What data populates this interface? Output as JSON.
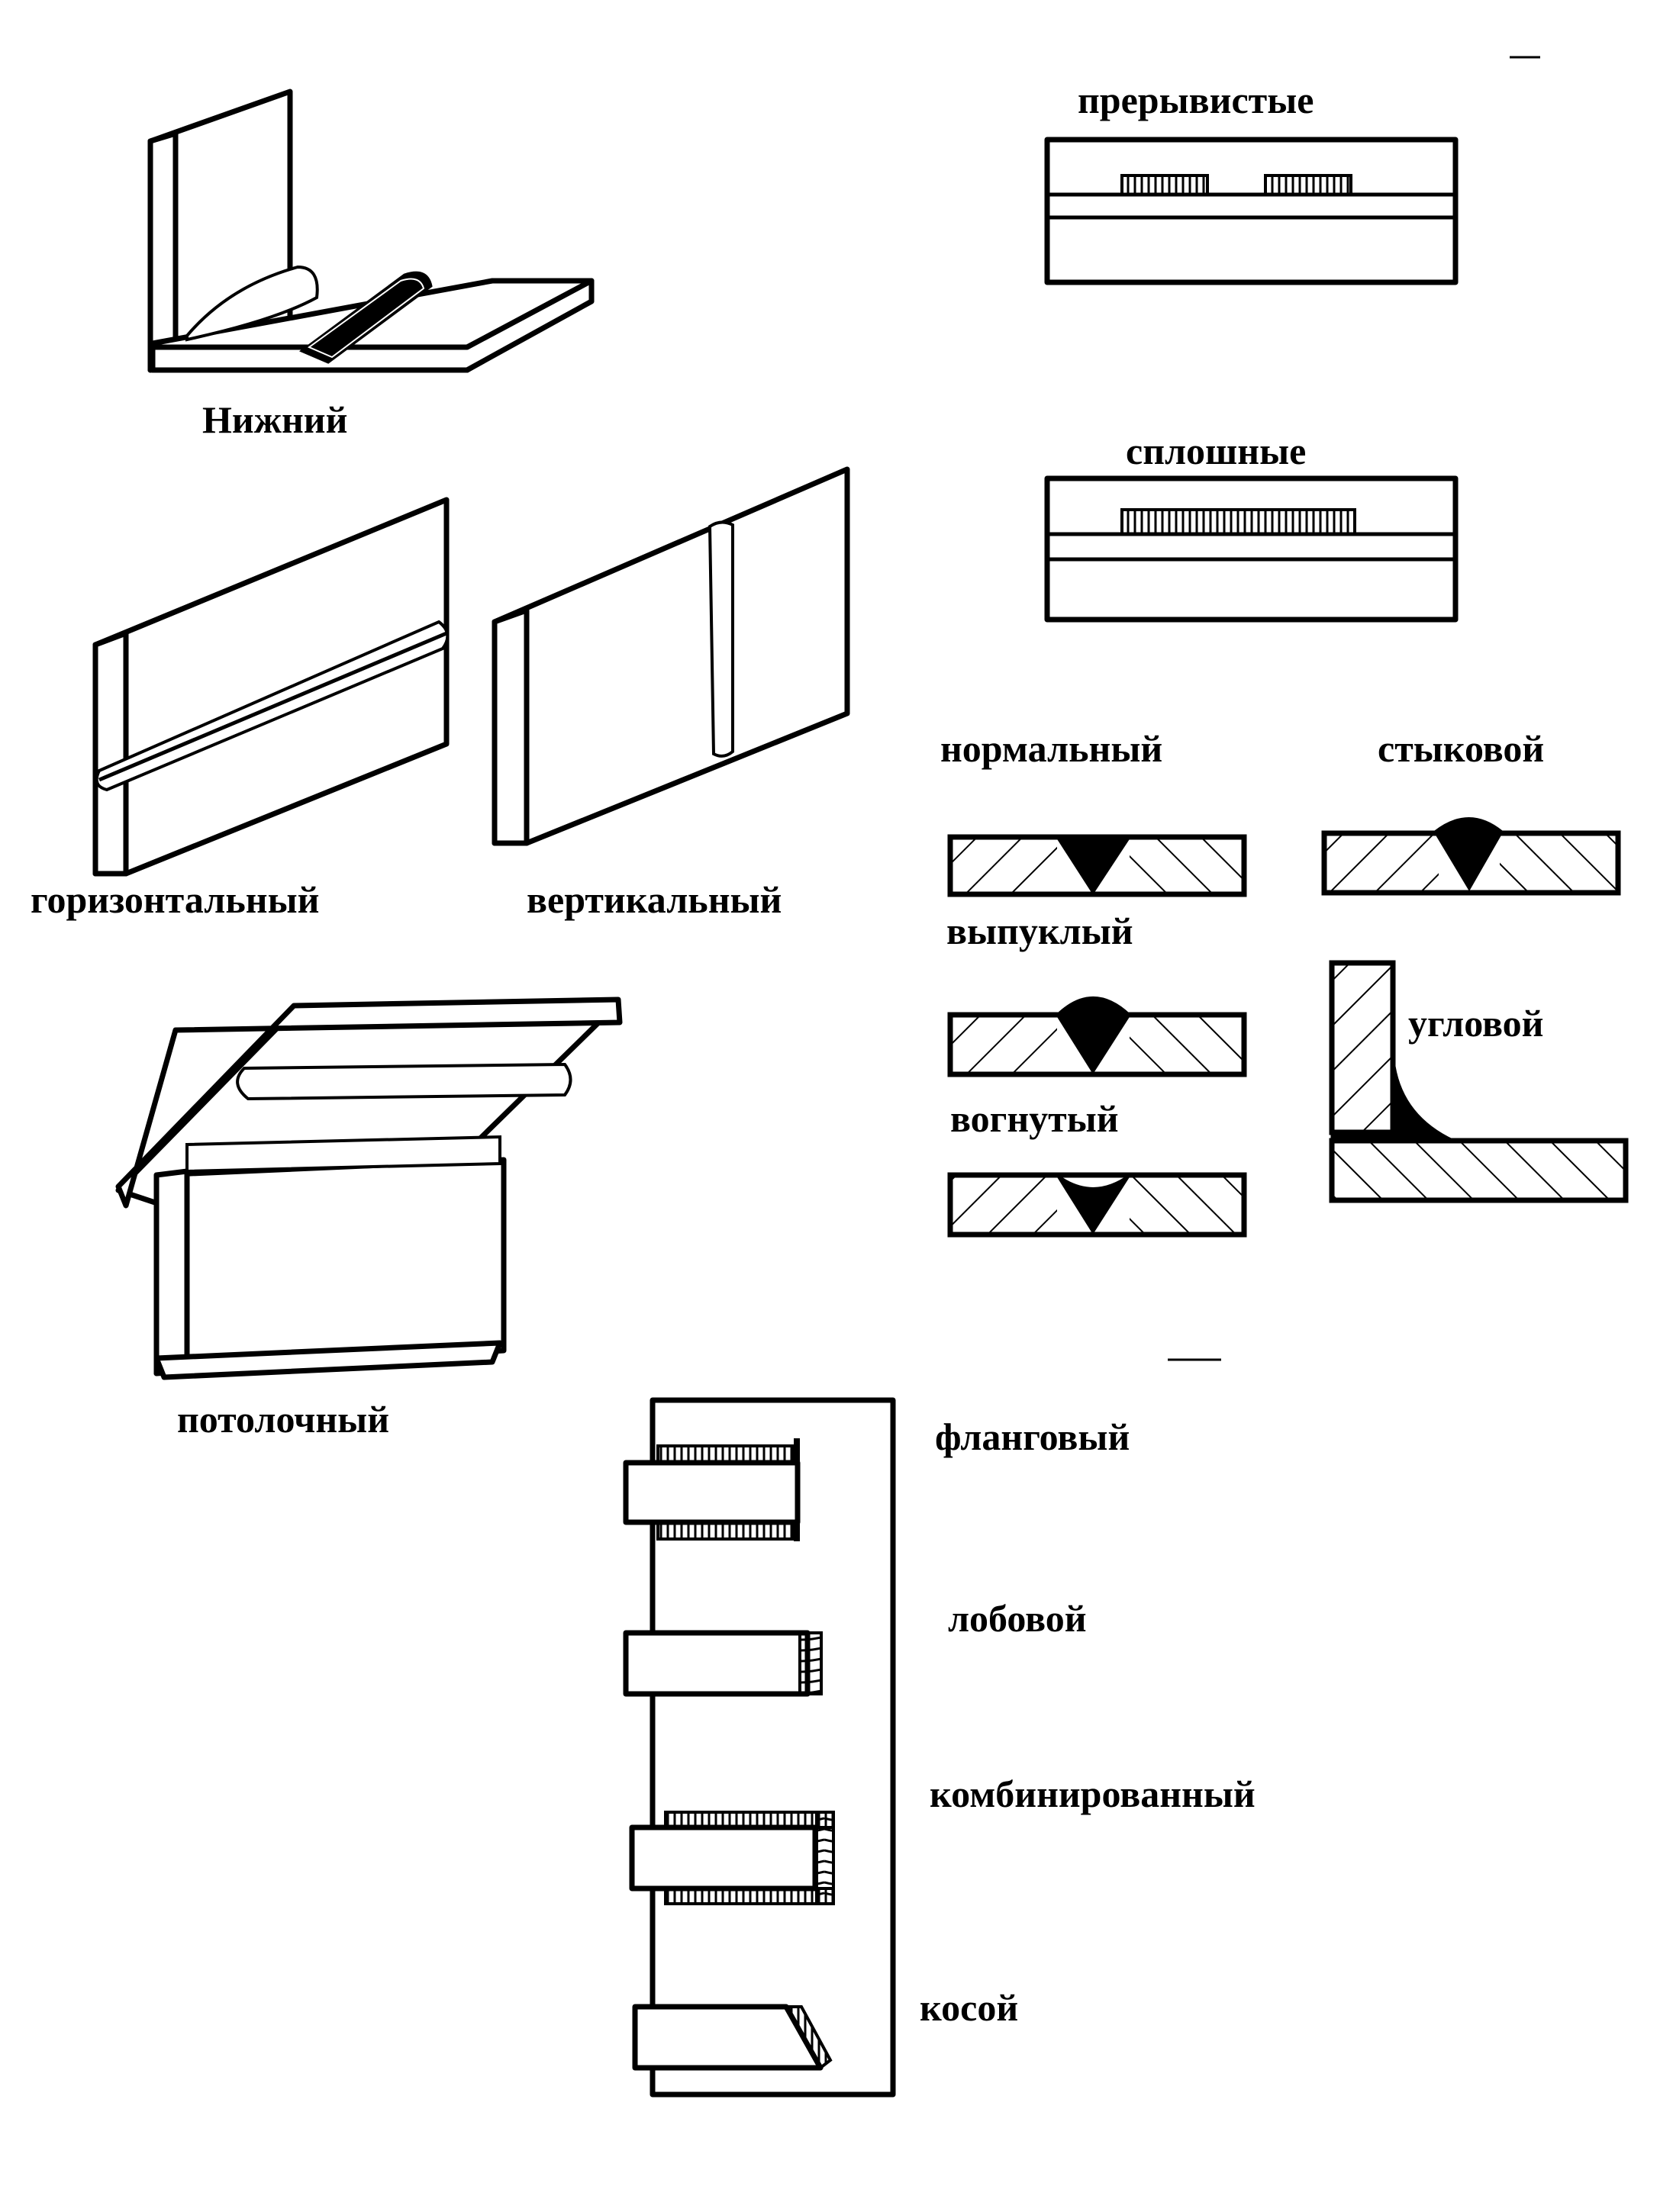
{
  "labels": {
    "nizhniy": "Нижний",
    "gorizontalnyy": "горизонтальный",
    "vertikalnyy": "вертикальный",
    "potolochnyy": "потолочный",
    "preryvistye": "прерывистые",
    "sploshnye": "сплошные",
    "normalnyy": "нормальный",
    "stykovoy": "стыковой",
    "vypuklyy": "выпуклый",
    "vognutyy": "вогнутый",
    "uglovoy": "угловой",
    "flangovyy": "фланговый",
    "lobovoy": "лобовой",
    "kombinirovannyy": "комбинированный",
    "kosoy": "косой"
  }
}
